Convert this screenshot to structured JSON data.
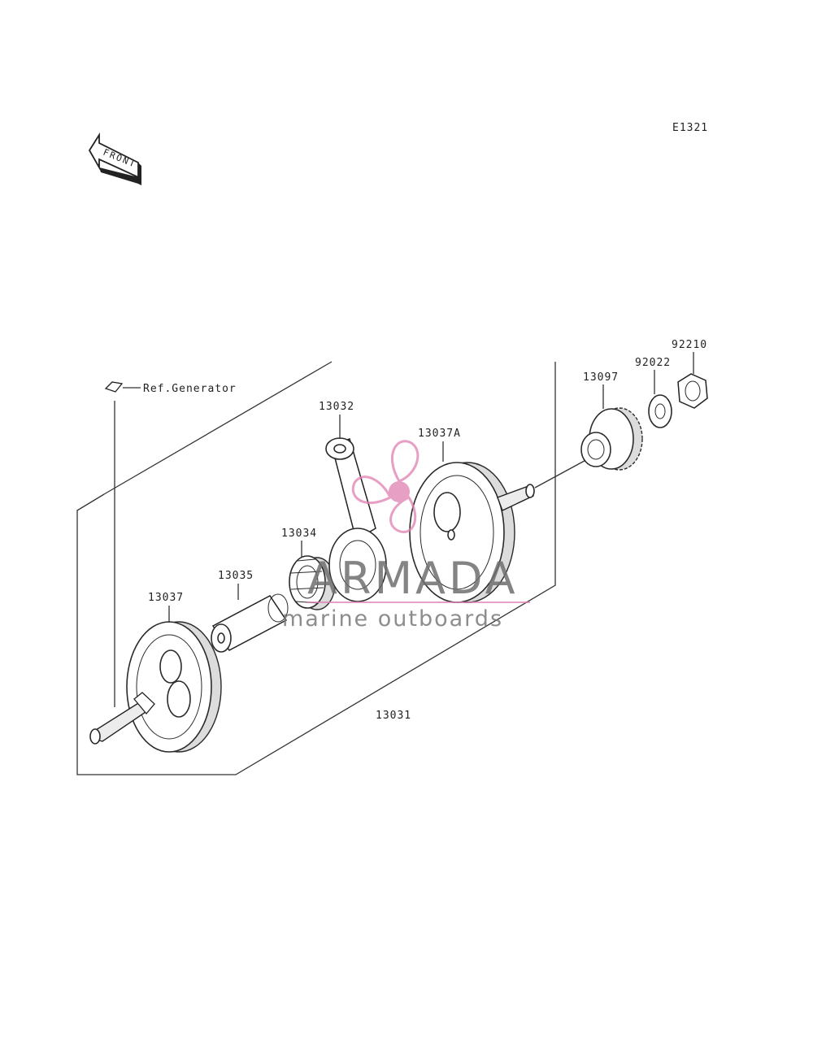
{
  "diagram": {
    "code": "E1321",
    "front_arrow_text": "FRONT",
    "ref_label": "Ref.Generator",
    "parts": {
      "p13031": "13031",
      "p13032": "13032",
      "p13034": "13034",
      "p13035": "13035",
      "p13037": "13037",
      "p13037A": "13037A",
      "p13097": "13097",
      "p92022": "92022",
      "p92210": "92210"
    }
  },
  "watermark": {
    "brand": "ARMADA",
    "tagline": "marine outboards",
    "logo_color": "#e07fb0"
  }
}
